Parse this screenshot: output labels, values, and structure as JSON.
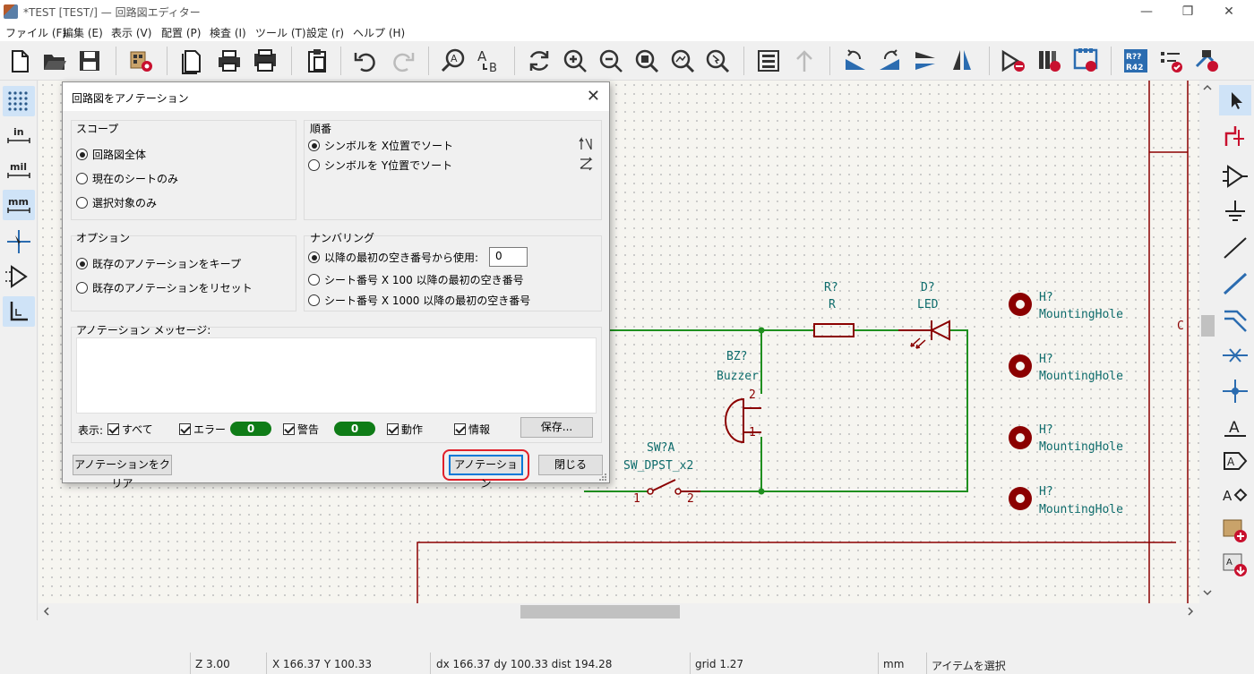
{
  "window": {
    "title": "*TEST [TEST/] — 回路図エディター",
    "minimize": "—",
    "restore": "❐",
    "close": "✕"
  },
  "menu": {
    "items": [
      "ファイル (F)",
      "編集 (E)",
      "表示 (V)",
      "配置 (P)",
      "検査 (I)",
      "ツール (T)",
      "設定 (r)",
      "ヘルプ (H)"
    ]
  },
  "toolbar": {
    "icons": [
      "new-icon",
      "open-icon",
      "save-icon",
      "schematic-setup-icon",
      "page-settings-icon",
      "print-icon",
      "plot-icon",
      "paste-icon",
      "undo-icon",
      "redo-icon",
      "find-icon",
      "find-replace-icon",
      "refresh-icon",
      "zoom-in-icon",
      "zoom-out-icon",
      "zoom-fit-icon",
      "zoom-objects-icon",
      "zoom-selection-icon",
      "hierarchy-navigator-icon",
      "leave-sheet-icon",
      "rotate-ccw-icon",
      "rotate-cw-icon",
      "mirror-v-icon",
      "mirror-h-icon",
      "symbol-editor-icon",
      "symbol-library-browser-icon",
      "footprint-editor-icon",
      "annotate-icon",
      "erc-icon",
      "assign-footprints-icon"
    ],
    "annotate_label_top": "R??",
    "annotate_label_bottom": "R42"
  },
  "left_toolbar": {
    "unit_in": "in",
    "unit_mil": "mil",
    "unit_mm": "mm"
  },
  "right_toolbar": {
    "text_tool": "A"
  },
  "dialog": {
    "title": "回路図をアノテーション",
    "scope": {
      "label": "スコープ",
      "options": [
        "回路図全体",
        "現在のシートのみ",
        "選択対象のみ"
      ],
      "selected": 0
    },
    "order": {
      "label": "順番",
      "options": [
        "シンボルを X位置でソート",
        "シンボルを Y位置でソート"
      ],
      "selected": 0
    },
    "options": {
      "label": "オプション",
      "options": [
        "既存のアノテーションをキープ",
        "既存のアノテーションをリセット"
      ],
      "selected": 0
    },
    "numbering": {
      "label": "ナンバリング",
      "options": [
        "以降の最初の空き番号から使用:",
        "シート番号 X 100 以降の最初の空き番号",
        "シート番号 X 1000 以降の最初の空き番号"
      ],
      "selected": 0,
      "start_value": "0"
    },
    "messages": {
      "label": "アノテーション メッセージ:",
      "show_label": "表示:",
      "filter_all": "すべて",
      "filter_errors": "エラー",
      "errors_count": "0",
      "filter_warnings": "警告",
      "warnings_count": "0",
      "filter_actions": "動作",
      "filter_info": "情報",
      "save_button": "保存..."
    },
    "buttons": {
      "clear": "アノテーションをクリア",
      "annotate": "アノテーション",
      "close": "閉じる"
    }
  },
  "schematic": {
    "resistor": {
      "ref": "R?",
      "value": "R"
    },
    "led": {
      "ref": "D?",
      "value": "LED"
    },
    "buzzer": {
      "ref": "BZ?",
      "value": "Buzzer",
      "pin_top": "2",
      "pin_bottom": "1"
    },
    "switch": {
      "ref": "SW?A",
      "value": "SW_DPST_x2",
      "pin_left": "1",
      "pin_right": "2"
    },
    "mounting_holes": [
      {
        "ref": "H?",
        "value": "MountingHole"
      },
      {
        "ref": "H?",
        "value": "MountingHole"
      },
      {
        "ref": "H?",
        "value": "MountingHole"
      },
      {
        "ref": "H?",
        "value": "MountingHole"
      }
    ],
    "frame_label": "C"
  },
  "status": {
    "zoom": "Z 3.00",
    "xy": "X 166.37  Y 100.33",
    "delta": "dx 166.37  dy 100.33  dist 194.28",
    "grid": "grid 1.27",
    "units": "mm",
    "message": "アイテムを選択"
  },
  "colors": {
    "wire": "#1f8f1f",
    "symbol": "#8b0000",
    "label": "#0d6b6b",
    "badge": "#0f7c17",
    "highlight": "#e0202a",
    "sheet_border": "#8b0000"
  }
}
